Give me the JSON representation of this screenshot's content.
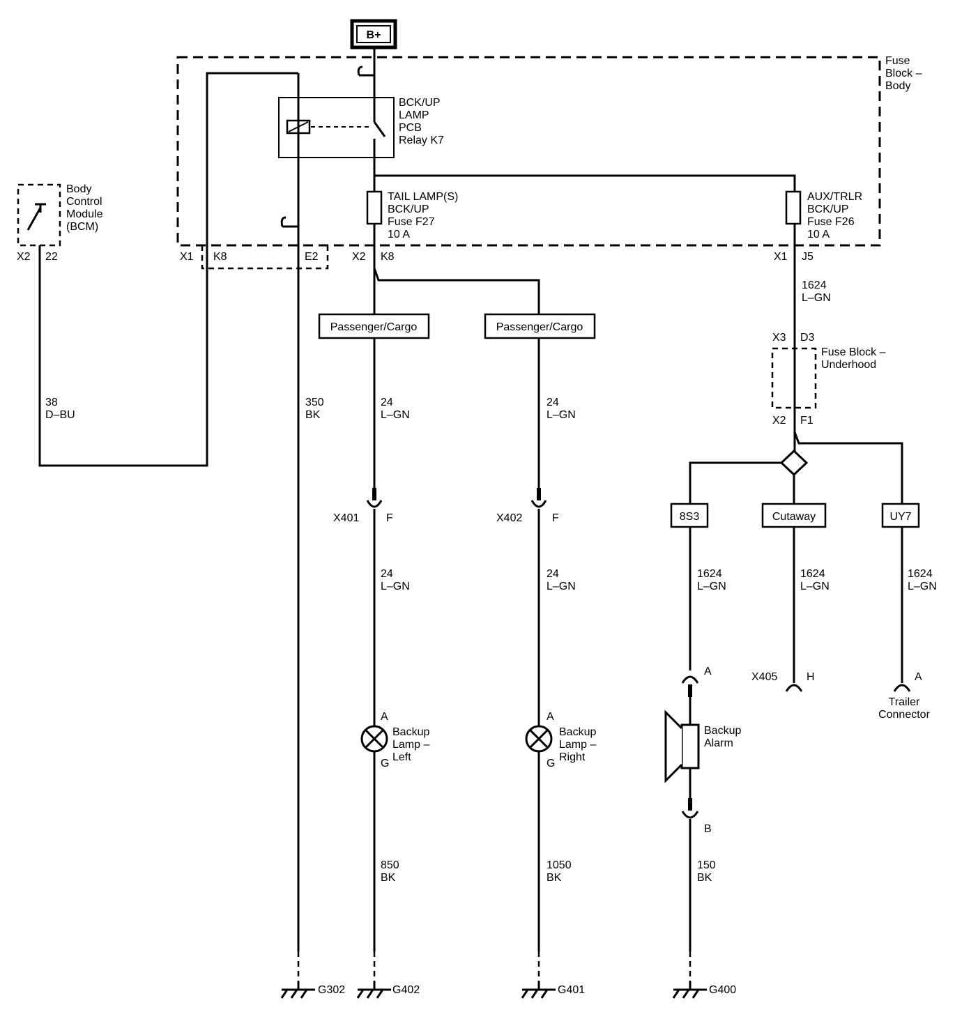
{
  "power": {
    "label": "B+"
  },
  "fuse_block_body": {
    "l1": "Fuse",
    "l2": "Block –",
    "l3": "Body"
  },
  "relay": {
    "l1": "BCK/UP",
    "l2": "LAMP",
    "l3": "PCB",
    "l4": "Relay K7"
  },
  "fuse_f27": {
    "l1": "TAIL LAMP(S)",
    "l2": "BCK/UP",
    "l3": "Fuse F27",
    "l4": "10 A"
  },
  "fuse_f26": {
    "l1": "AUX/TRLR",
    "l2": "BCK/UP",
    "l3": "Fuse F26",
    "l4": "10 A"
  },
  "bcm": {
    "l1": "Body",
    "l2": "Control",
    "l3": "Module",
    "l4": "(BCM)",
    "conn": "X2",
    "pin": "22"
  },
  "connectors": {
    "x1": "X1",
    "k8a": "K8",
    "e2": "E2",
    "x2": "X2",
    "k8b": "K8",
    "x1b": "X1",
    "j5": "J5",
    "x3": "X3",
    "d3": "D3",
    "x2b": "X2",
    "f1": "F1",
    "x401": "X401",
    "f401": "F",
    "x402": "X402",
    "f402": "F",
    "a_alarm": "A",
    "b_alarm": "B",
    "x405": "X405",
    "h405": "H",
    "a_trailer": "A",
    "a_left": "A",
    "g_left": "G",
    "a_right": "A",
    "g_right": "G"
  },
  "fuse_block_underhood": {
    "l1": "Fuse Block –",
    "l2": "Underhood"
  },
  "options": {
    "pc1": "Passenger/Cargo",
    "pc2": "Passenger/Cargo",
    "s83": "8S3",
    "cutaway": "Cutaway",
    "uy7": "UY7"
  },
  "wires": {
    "bcm_num": "38",
    "bcm_col": "D–BU",
    "gnd_num": "350",
    "gnd_col": "BK",
    "j5_num": "1624",
    "j5_col": "L–GN",
    "l1_num": "24",
    "l1_col": "L–GN",
    "r1_num": "24",
    "r1_col": "L–GN",
    "l2_num": "24",
    "l2_col": "L–GN",
    "r2_num": "24",
    "r2_col": "L–GN",
    "a1_num": "1624",
    "a1_col": "L–GN",
    "c1_num": "1624",
    "c1_col": "L–GN",
    "t1_num": "1624",
    "t1_col": "L–GN",
    "l3_num": "850",
    "l3_col": "BK",
    "r3_num": "1050",
    "r3_col": "BK",
    "a3_num": "150",
    "a3_col": "BK"
  },
  "components": {
    "lamp_left": {
      "l1": "Backup",
      "l2": "Lamp –",
      "l3": "Left"
    },
    "lamp_right": {
      "l1": "Backup",
      "l2": "Lamp –",
      "l3": "Right"
    },
    "alarm": {
      "l1": "Backup",
      "l2": "Alarm"
    },
    "trailer": {
      "l1": "Trailer",
      "l2": "Connector"
    }
  },
  "grounds": {
    "g302": "G302",
    "g402": "G402",
    "g401": "G401",
    "g400": "G400"
  }
}
